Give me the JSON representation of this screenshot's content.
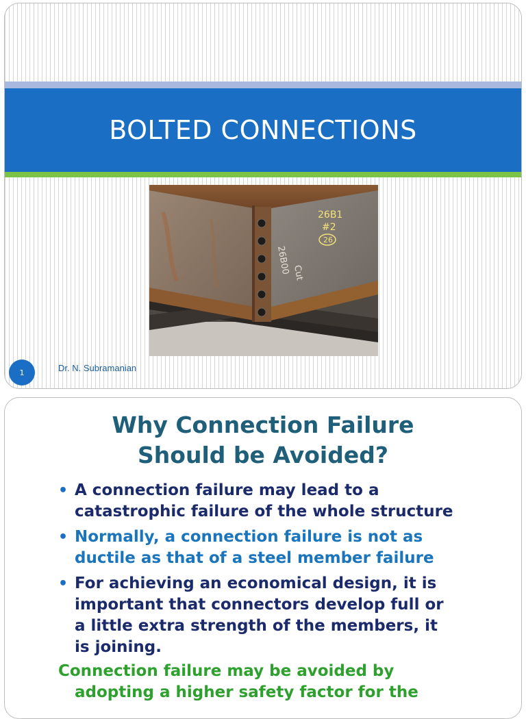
{
  "slide1": {
    "title": "BOLTED CONNECTIONS",
    "photo_annotations": [
      "26B1",
      "#2",
      "26",
      "26B00",
      "Cut"
    ],
    "page_number": "1",
    "author": "Dr. N. Subramanian",
    "colors": {
      "title_band": "#1a6fc4",
      "top_stripe": "#a9b8de",
      "bottom_stripe": "#7cc447"
    }
  },
  "slide2": {
    "title_line1": "Why Connection Failure",
    "title_line2": "Should be Avoided?",
    "bullets": [
      {
        "line1": "A connection failure may lead to a",
        "line2": "catastrophic failure of the whole structure"
      },
      {
        "line1": "Normally, a connection failure is not as",
        "line2": "ductile as that of a steel member failure"
      },
      {
        "line1": "For achieving an economical design, it is",
        "line2": "important that connectors develop full or",
        "line3": "a little extra strength of the members, it",
        "line4": "is joining."
      }
    ],
    "closing_line1": "Connection failure may be avoided by",
    "closing_line2": "adopting a higher safety factor for the",
    "colors": {
      "title": "#1f5f79",
      "bullet_navy": "#1b2a6b",
      "bullet_blue": "#1a75bd",
      "closing_green": "#2ea02e"
    }
  }
}
